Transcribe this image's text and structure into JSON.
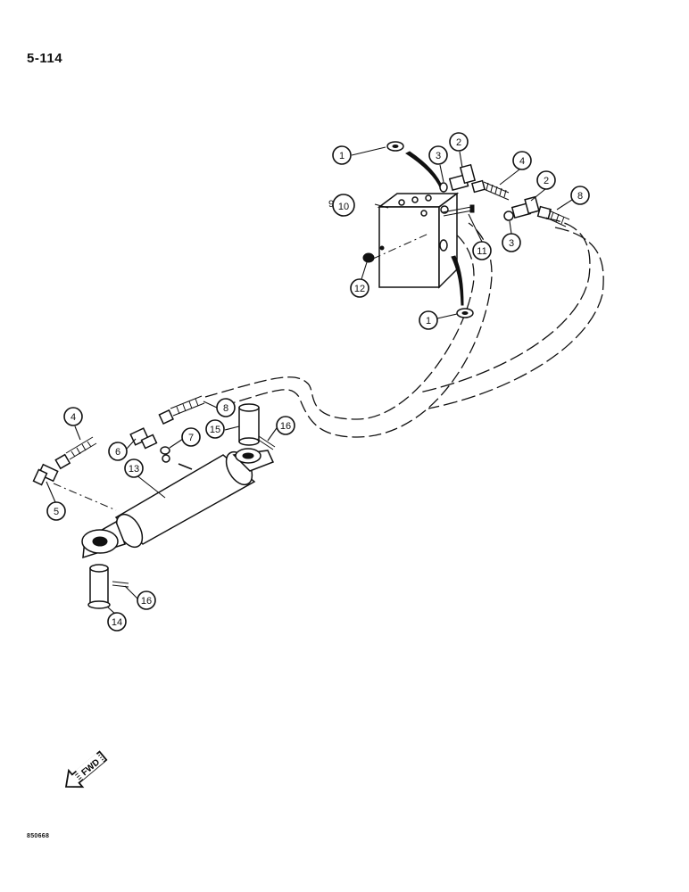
{
  "page": {
    "number": "5-114",
    "drawing_code": "850668"
  },
  "direction_arrow": {
    "label": "FWD"
  },
  "callouts": [
    "1",
    "1",
    "2",
    "2",
    "3",
    "3",
    "4",
    "4",
    "5",
    "6",
    "7",
    "8",
    "8",
    "9",
    "10",
    "11",
    "12",
    "13",
    "14",
    "15",
    "16",
    "16"
  ]
}
